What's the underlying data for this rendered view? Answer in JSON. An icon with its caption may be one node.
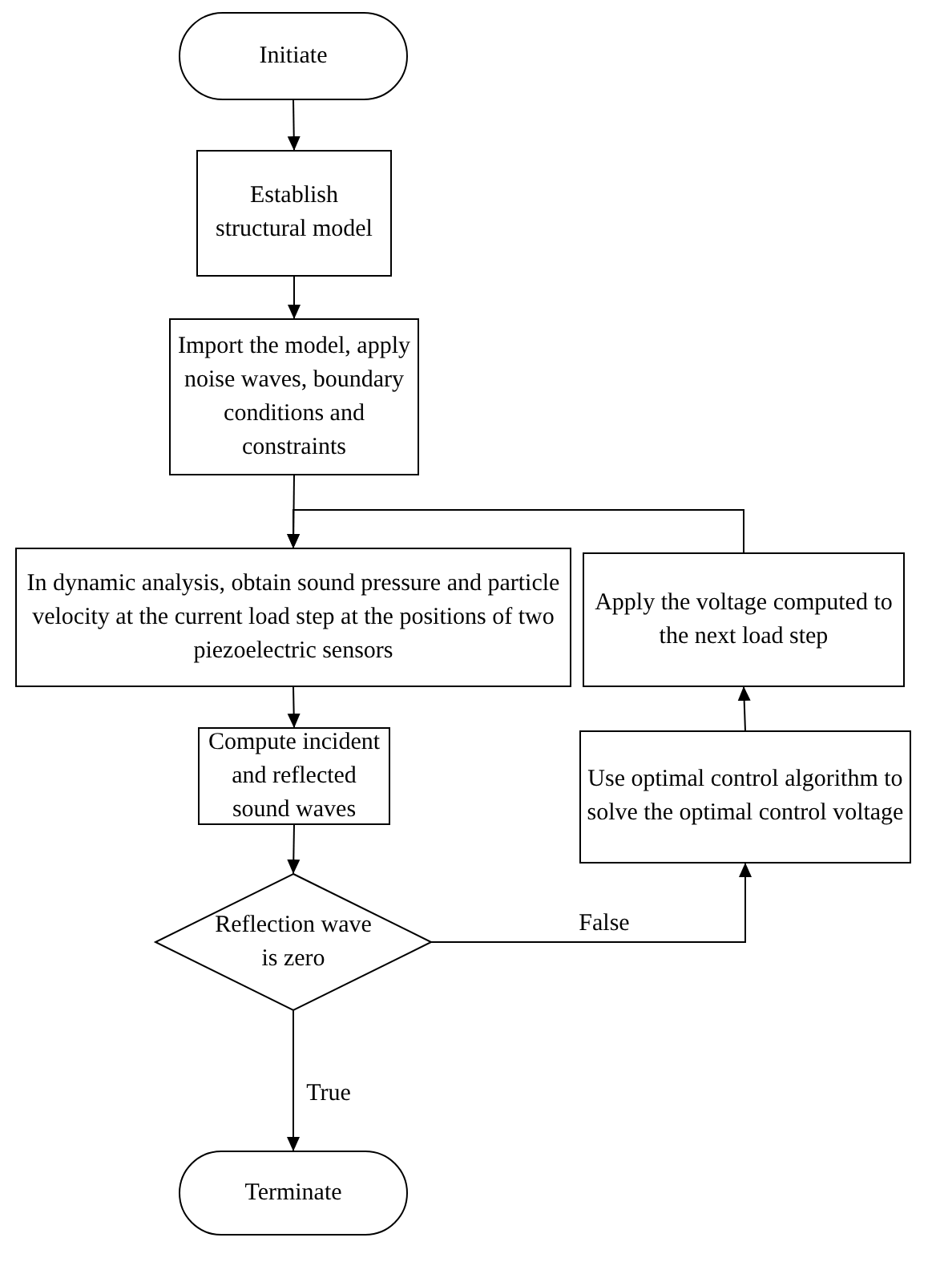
{
  "diagram": {
    "nodes": [
      {
        "text": [
          "Initiate"
        ]
      },
      {
        "text": [
          "Establish structural model"
        ]
      },
      {
        "text": [
          "Import the model, apply noise waves, boundary conditions and constraints"
        ]
      },
      {
        "text": [
          "In dynamic analysis, obtain sound pressure and particle velocity at the current load step at the positions of two piezoelectric sensors"
        ]
      },
      {
        "text": [
          "Compute incident and reflected sound waves"
        ]
      },
      {
        "text": [
          "Reflection wave is zero"
        ]
      },
      {
        "text": [
          "Terminate"
        ]
      },
      {
        "text": [
          "Use optimal control algorithm to solve the optimal control voltage"
        ]
      },
      {
        "text": [
          "Apply the voltage computed to the next load step"
        ]
      }
    ],
    "edges": [
      {
        "from": 0,
        "to": 1,
        "arrow": "to"
      },
      {
        "from": 1,
        "to": 2,
        "arrow": "to"
      },
      {
        "from": 2,
        "to": 3,
        "arrow": "to"
      },
      {
        "from": 3,
        "to": 4,
        "arrow": "to"
      },
      {
        "from": 4,
        "to": 5,
        "arrow": "to"
      },
      {
        "from": 5,
        "to": 6,
        "arrow": "to",
        "label": "True"
      },
      {
        "from": 5,
        "to": 7,
        "arrow": "to",
        "label": "False"
      },
      {
        "from": 7,
        "to": 8,
        "arrow": "to"
      },
      {
        "from": 8,
        "to": 3,
        "arrow": "to"
      }
    ]
  }
}
